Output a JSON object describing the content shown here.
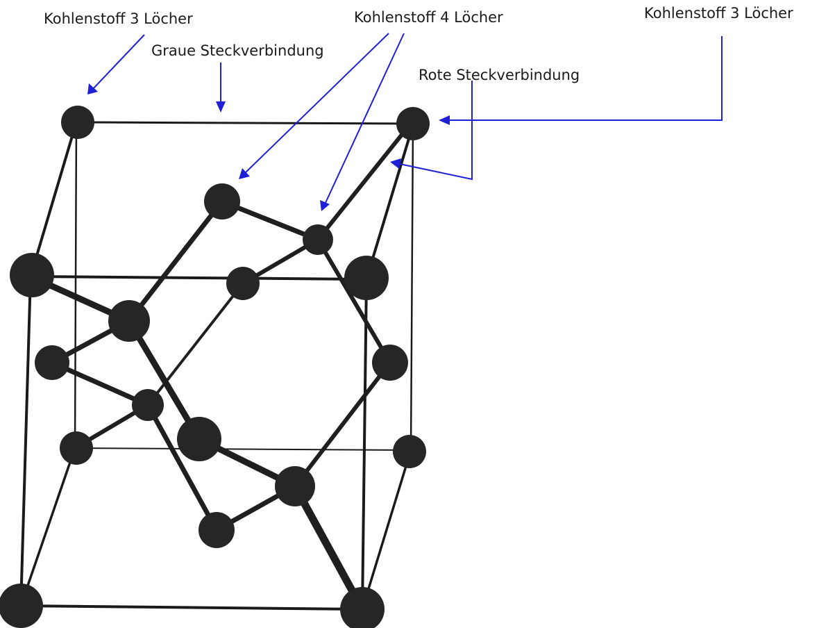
{
  "labels": {
    "carbon_3_holes_left": "Kohlenstoff 3 Löcher",
    "carbon_4_holes": "Kohlenstoff 4 Löcher",
    "carbon_3_holes_right": "Kohlenstoff 3 Löcher",
    "grey_connector": "Graue Steckverbindung",
    "red_connector": "Rote Steckverbindung"
  },
  "colors": {
    "arrow": "#1f1fd6",
    "atom": "#262626",
    "bond": "#1f1f1f",
    "background": "#ffffff"
  }
}
